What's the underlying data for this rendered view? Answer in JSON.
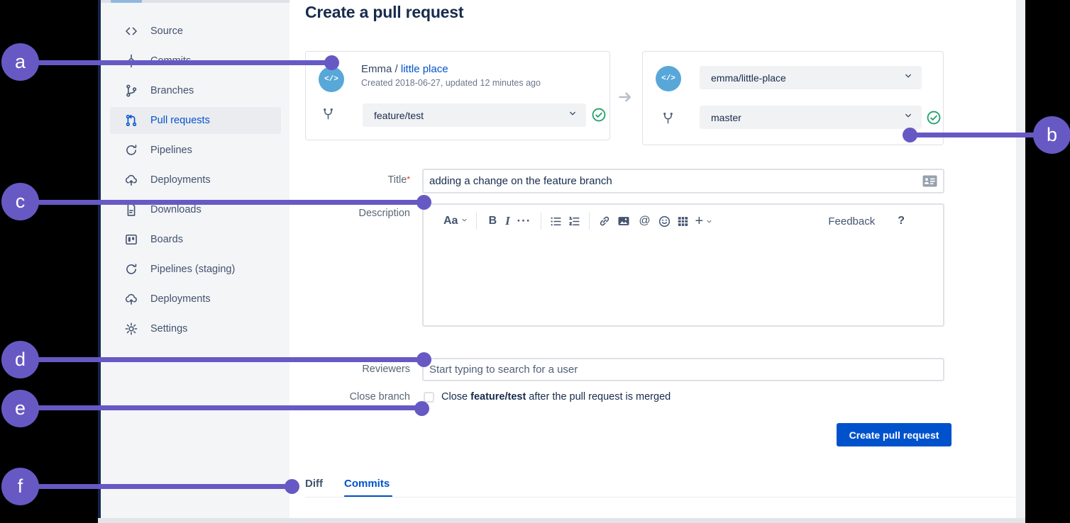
{
  "colors": {
    "accent_purple": "#6759C4",
    "link_blue": "#0052CC",
    "button_blue": "#0052CC",
    "success_green": "#22A06B",
    "avatar_blue": "#58A7D9"
  },
  "annotations": {
    "labels": [
      "a",
      "b",
      "c",
      "d",
      "e",
      "f"
    ]
  },
  "sidebar": {
    "items": [
      {
        "label": "Source",
        "icon": "code-icon"
      },
      {
        "label": "Commits",
        "icon": "commit-icon"
      },
      {
        "label": "Branches",
        "icon": "branch-icon"
      },
      {
        "label": "Pull requests",
        "icon": "pull-request-icon",
        "selected": true
      },
      {
        "label": "Pipelines",
        "icon": "pipelines-icon"
      },
      {
        "label": "Deployments",
        "icon": "cloud-upload-icon"
      },
      {
        "label": "Downloads",
        "icon": "document-icon"
      },
      {
        "label": "Boards",
        "icon": "board-icon"
      },
      {
        "label": "Pipelines (staging)",
        "icon": "pipelines-icon"
      },
      {
        "label": "Deployments",
        "icon": "cloud-upload-icon"
      },
      {
        "label": "Settings",
        "icon": "gear-icon"
      }
    ]
  },
  "header": {
    "title": "Create a pull request"
  },
  "icons": {
    "repo_avatar_glyph": "</>"
  },
  "source_card": {
    "owner": "Emma /",
    "repo_link": "little place",
    "meta": "Created 2018-06-27, updated 12 minutes ago",
    "branch": "feature/test"
  },
  "destination_card": {
    "repo": "emma/little-place",
    "branch": "master"
  },
  "form": {
    "title_label": "Title",
    "title_required_mark": "*",
    "title_value": "adding a change on the feature branch",
    "description_label": "Description",
    "reviewers_label": "Reviewers",
    "reviewers_placeholder": "Start typing to search for a user",
    "close_branch_label": "Close branch",
    "close_branch_text_pre": "Close ",
    "close_branch_branch": "feature/test",
    "close_branch_text_post": " after the pull request is merged",
    "submit_label": "Create pull request"
  },
  "editor": {
    "font_button": "Aa",
    "bold_button": "B",
    "italic_button": "I",
    "more_button": "···",
    "mention_button": "@",
    "plus_button": "+",
    "feedback_label": "Feedback",
    "help_label": "?"
  },
  "tabs": {
    "items": [
      {
        "label": "Diff",
        "active": false
      },
      {
        "label": "Commits",
        "active": true
      }
    ]
  }
}
